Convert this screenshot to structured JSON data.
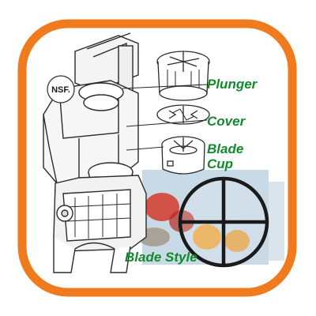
{
  "colors": {
    "frame": "#f07a1e",
    "label": "#118a2a",
    "line": "#2b2b2b",
    "crosshair": "#1a1a1a",
    "bg_blue": "#8fb4d0",
    "bg_red": "#c8312b"
  },
  "badge": {
    "text": "NSF."
  },
  "labels": {
    "plunger": "Plunger",
    "cover": "Cover",
    "blade": "Blade",
    "cup": "Cup",
    "blade_style": "Blade Style"
  }
}
